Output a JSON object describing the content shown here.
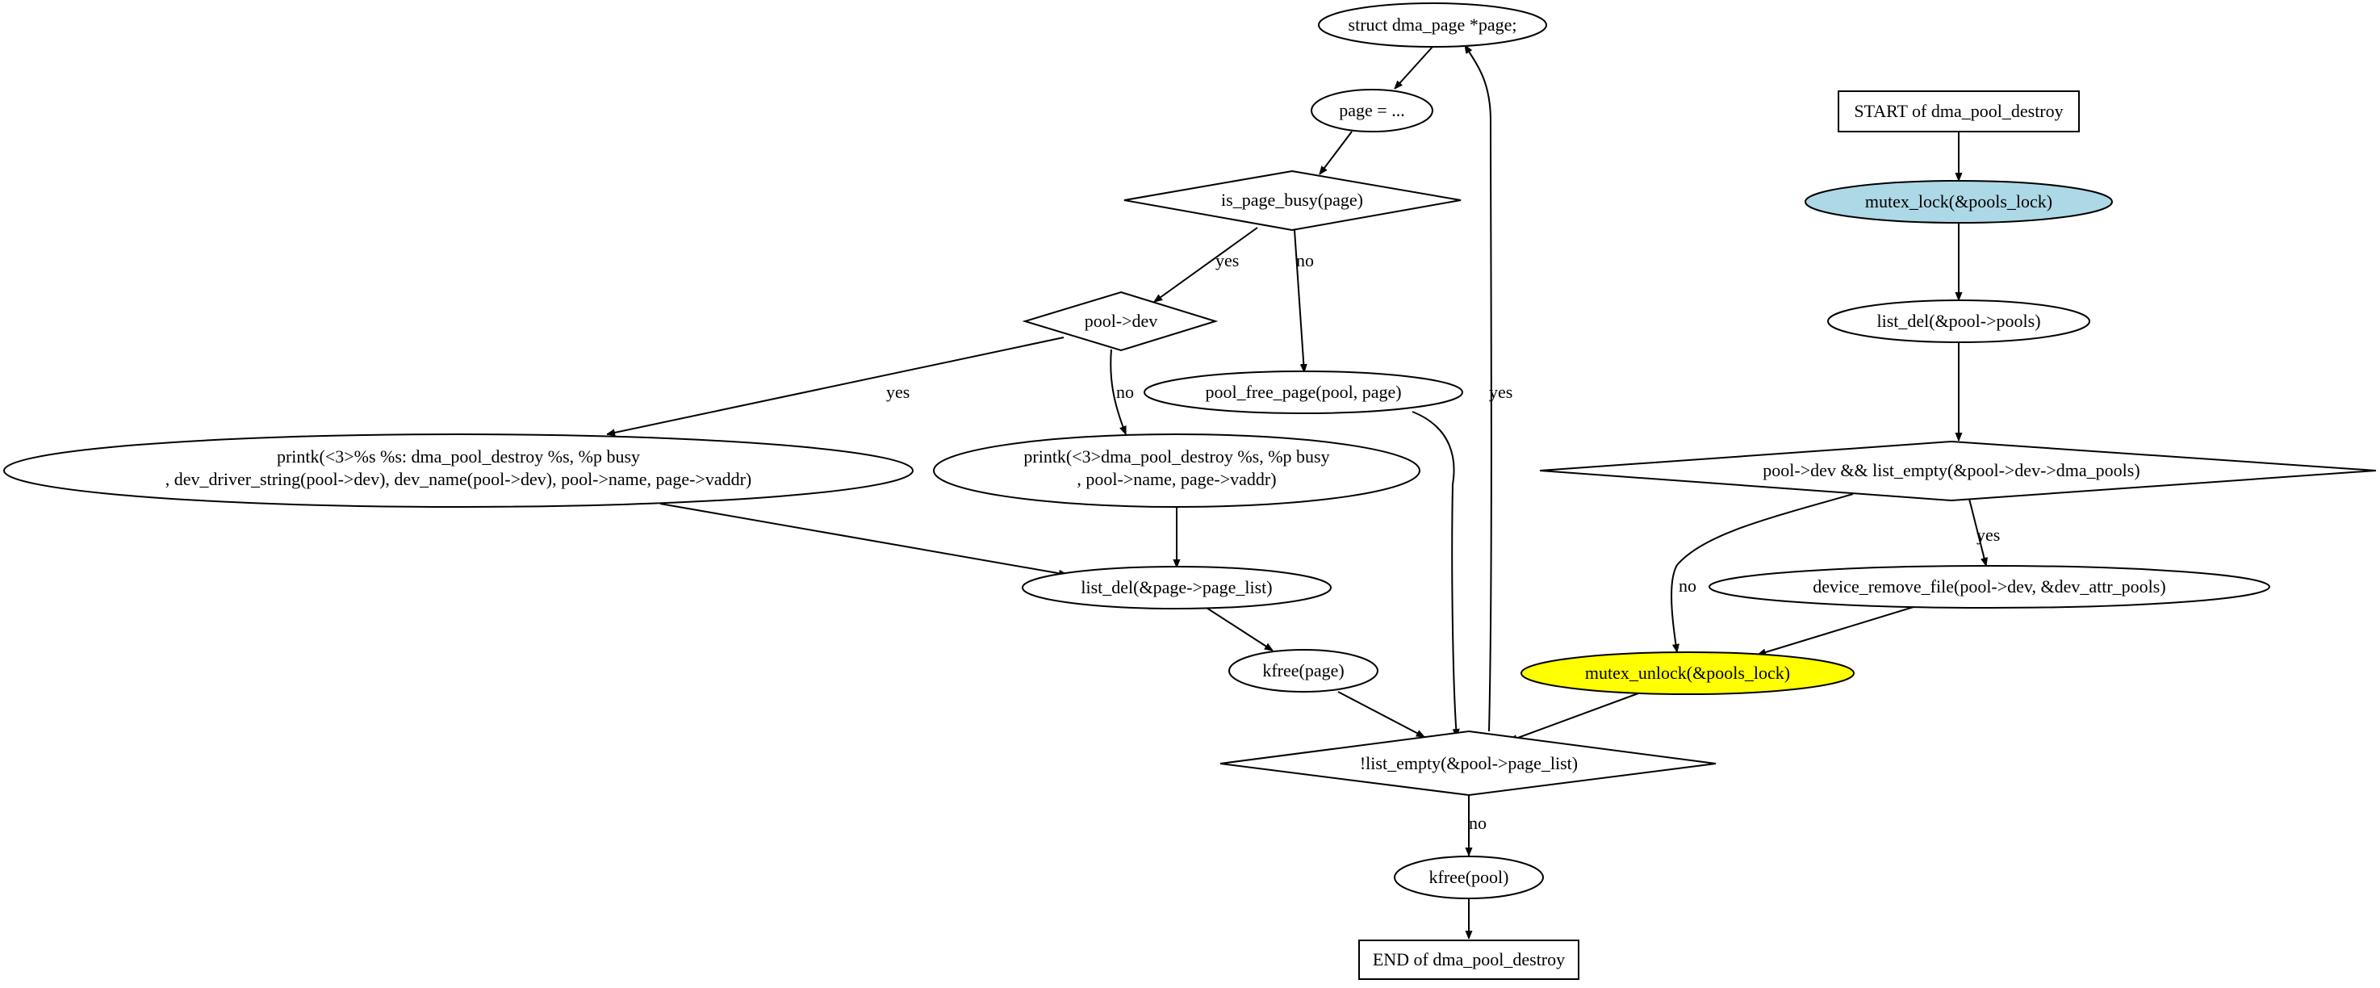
{
  "nodes": {
    "struct_page": {
      "label": "struct dma_page *page;",
      "shape": "ellipse"
    },
    "page_assign": {
      "label": "page = ...",
      "shape": "ellipse"
    },
    "is_page_busy": {
      "label": "is_page_busy(page)",
      "shape": "diamond"
    },
    "pool_dev": {
      "label": "pool->dev",
      "shape": "diamond"
    },
    "pool_free_page": {
      "label": "pool_free_page(pool, page)",
      "shape": "ellipse"
    },
    "printk_dev": {
      "lines": [
        "printk(<3>%s %s: dma_pool_destroy %s, %p busy",
        ", dev_driver_string(pool->dev), dev_name(pool->dev), pool->name, page->vaddr)"
      ],
      "shape": "ellipse"
    },
    "printk_nodev": {
      "lines": [
        "printk(<3>dma_pool_destroy %s, %p busy",
        ", pool->name, page->vaddr)"
      ],
      "shape": "ellipse"
    },
    "list_del_page": {
      "label": "list_del(&page->page_list)",
      "shape": "ellipse"
    },
    "kfree_page": {
      "label": "kfree(page)",
      "shape": "ellipse"
    },
    "list_not_empty": {
      "label": "!list_empty(&pool->page_list)",
      "shape": "diamond"
    },
    "kfree_pool": {
      "label": "kfree(pool)",
      "shape": "ellipse"
    },
    "end": {
      "label": "END of dma_pool_destroy",
      "shape": "box"
    },
    "start": {
      "label": "START of dma_pool_destroy",
      "shape": "box"
    },
    "mutex_lock": {
      "label": "mutex_lock(&pools_lock)",
      "shape": "ellipse",
      "fill": "#add8e6"
    },
    "list_del_pools": {
      "label": "list_del(&pool->pools)",
      "shape": "ellipse"
    },
    "dev_and_empty": {
      "label": "pool->dev && list_empty(&pool->dev->dma_pools)",
      "shape": "diamond"
    },
    "device_remove_file": {
      "label": "device_remove_file(pool->dev, &dev_attr_pools)",
      "shape": "ellipse"
    },
    "mutex_unlock": {
      "label": "mutex_unlock(&pools_lock)",
      "shape": "ellipse",
      "fill": "#ffff00"
    }
  },
  "edge_labels": {
    "busy_yes": "yes",
    "busy_no": "no",
    "dev_yes": "yes",
    "dev_no": "no",
    "loop_yes": "yes",
    "loop_no": "no",
    "cond_yes": "yes",
    "cond_no": "no"
  },
  "edges": [
    [
      "start",
      "mutex_lock"
    ],
    [
      "mutex_lock",
      "list_del_pools"
    ],
    [
      "list_del_pools",
      "dev_and_empty"
    ],
    [
      "dev_and_empty",
      "device_remove_file",
      "yes"
    ],
    [
      "dev_and_empty",
      "mutex_unlock",
      "no"
    ],
    [
      "device_remove_file",
      "mutex_unlock"
    ],
    [
      "mutex_unlock",
      "list_not_empty"
    ],
    [
      "list_not_empty",
      "struct_page",
      "yes"
    ],
    [
      "list_not_empty",
      "kfree_pool",
      "no"
    ],
    [
      "struct_page",
      "page_assign"
    ],
    [
      "page_assign",
      "is_page_busy"
    ],
    [
      "is_page_busy",
      "pool_dev",
      "yes"
    ],
    [
      "is_page_busy",
      "pool_free_page",
      "no"
    ],
    [
      "pool_dev",
      "printk_dev",
      "yes"
    ],
    [
      "pool_dev",
      "printk_nodev",
      "no"
    ],
    [
      "printk_dev",
      "list_del_page"
    ],
    [
      "printk_nodev",
      "list_del_page"
    ],
    [
      "list_del_page",
      "kfree_page"
    ],
    [
      "kfree_page",
      "list_not_empty"
    ],
    [
      "pool_free_page",
      "list_not_empty"
    ],
    [
      "kfree_pool",
      "end"
    ]
  ]
}
